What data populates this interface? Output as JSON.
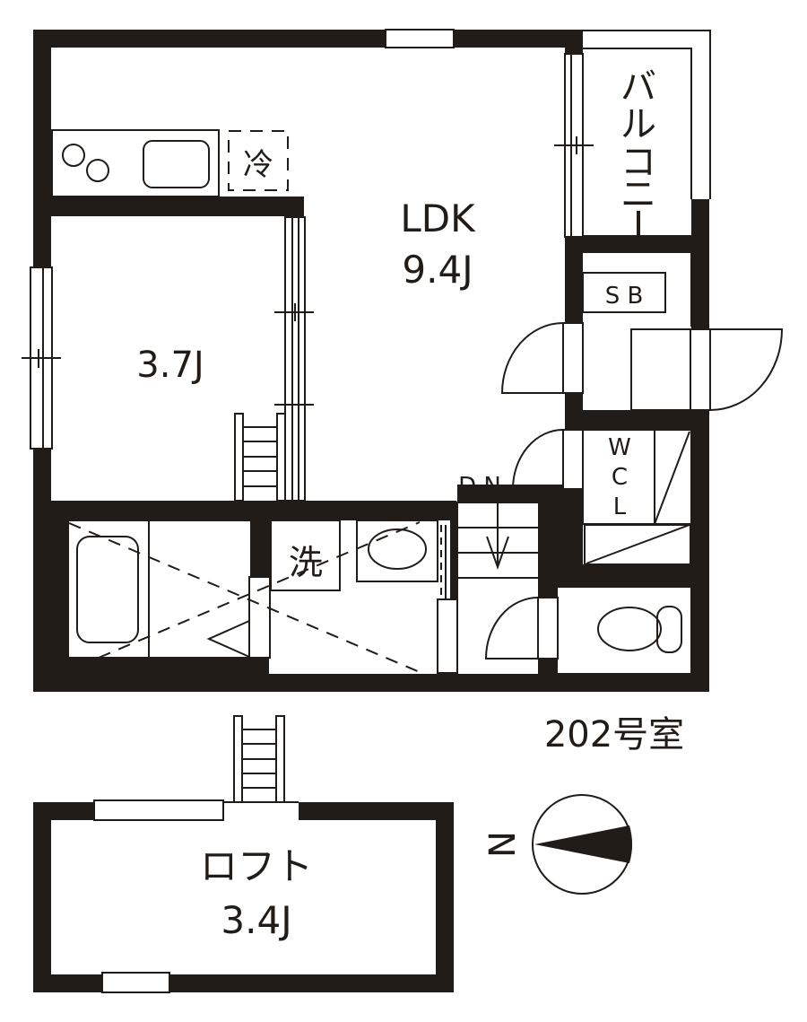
{
  "plan": {
    "unit_label": "202号室",
    "colors": {
      "wall": "#221c18",
      "background": "#ffffff"
    },
    "rooms": {
      "ldk": {
        "name": "LDK",
        "size": "9.4J"
      },
      "western": {
        "size": "3.7J"
      },
      "balcony": {
        "name": "バルコニー",
        "chars": [
          "バ",
          "ル",
          "コ",
          "ニ",
          "ー"
        ]
      },
      "shoebox": {
        "name": "S B"
      },
      "wcl": {
        "chars": [
          "W",
          "C",
          "L"
        ]
      },
      "fridge": {
        "name": "冷"
      },
      "washer": {
        "name": "洗"
      },
      "stairs": {
        "label": "D N"
      },
      "loft": {
        "name": "ロフト",
        "size": "3.4J"
      }
    },
    "compass": {
      "label": "N"
    }
  }
}
